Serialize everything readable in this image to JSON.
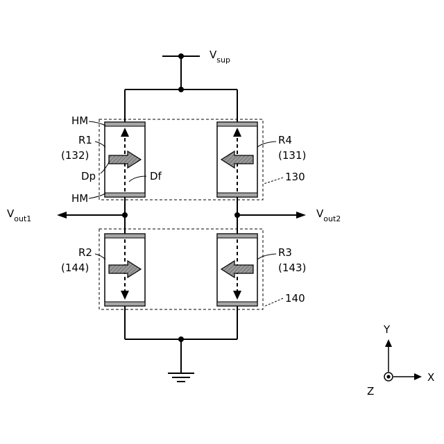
{
  "supply": {
    "main": "V",
    "sub": "sup"
  },
  "outputs": [
    {
      "main": "V",
      "sub": "out1"
    },
    {
      "main": "V",
      "sub": "out2"
    }
  ],
  "hm_top": "HM",
  "hm_bottom": "HM",
  "resistors": [
    {
      "name": "R1",
      "ref": "(132)"
    },
    {
      "name": "R4",
      "ref": "(131)"
    },
    {
      "name": "R2",
      "ref": "(144)"
    },
    {
      "name": "R3",
      "ref": "(143)"
    }
  ],
  "dp_label": "Dp",
  "df_label": "Df",
  "groups": [
    {
      "ref": "130"
    },
    {
      "ref": "140"
    }
  ],
  "axes": {
    "y": "Y",
    "x": "X",
    "z": "Z"
  },
  "colors": {
    "line": "#000000",
    "hm_bar": "#a6a6a6",
    "arrow_fill": "#8c8c8c"
  }
}
